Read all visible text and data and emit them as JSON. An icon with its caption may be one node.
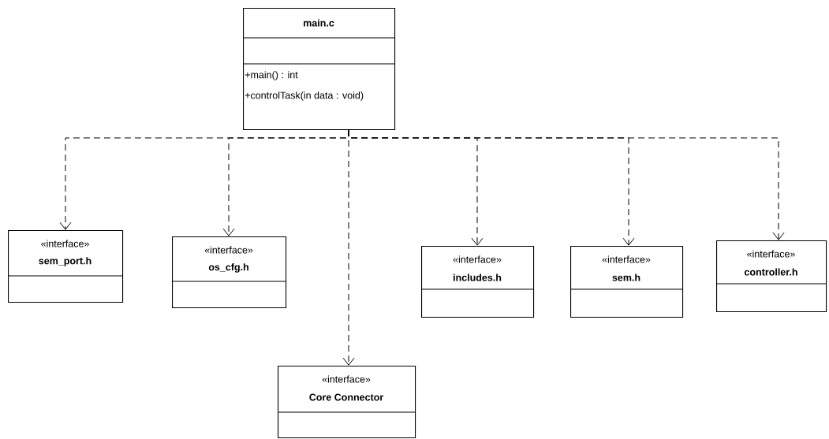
{
  "diagram": {
    "nodes": [
      {
        "text": [
          "main.c",
          "+main() : int",
          "+controlTask(in data : void)"
        ]
      },
      {
        "text": [
          "«interface»",
          "sem_port.h"
        ]
      },
      {
        "text": [
          "«interface»",
          "os_cfg.h"
        ]
      },
      {
        "text": [
          "«interface»",
          "includes.h"
        ]
      },
      {
        "text": [
          "«interface»",
          "sem.h"
        ]
      },
      {
        "text": [
          "«interface»",
          "controller.h"
        ]
      },
      {
        "text": [
          "«interface»",
          "Core Connector"
        ]
      }
    ],
    "edges": [
      {
        "from": 0,
        "to": 1,
        "arrow": "to",
        "style": "dashed"
      },
      {
        "from": 0,
        "to": 2,
        "arrow": "to",
        "style": "dashed"
      },
      {
        "from": 0,
        "to": 6,
        "arrow": "to",
        "style": "dashed"
      },
      {
        "from": 0,
        "to": 3,
        "arrow": "to",
        "style": "dashed"
      },
      {
        "from": 0,
        "to": 4,
        "arrow": "to",
        "style": "dashed"
      },
      {
        "from": 0,
        "to": 5,
        "arrow": "to",
        "style": "dashed"
      }
    ]
  }
}
